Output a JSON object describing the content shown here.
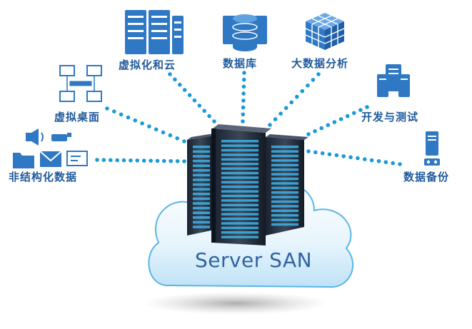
{
  "center": {
    "title": "Server SAN"
  },
  "nodes": {
    "virtual_cloud": "虚拟化和云",
    "database": "数据库",
    "bigdata": "大数据分析",
    "virtual_desktop": "虚拟桌面",
    "devtest": "开发与测试",
    "unstructured": "非结构化数据",
    "backup": "数据备份"
  },
  "colors": {
    "dot": "#1c9ad6",
    "icon": "#2f78c4",
    "label": "#1f5a9c",
    "cloud_edge": "#58b6e6",
    "server_led": "#3fb2e6"
  }
}
